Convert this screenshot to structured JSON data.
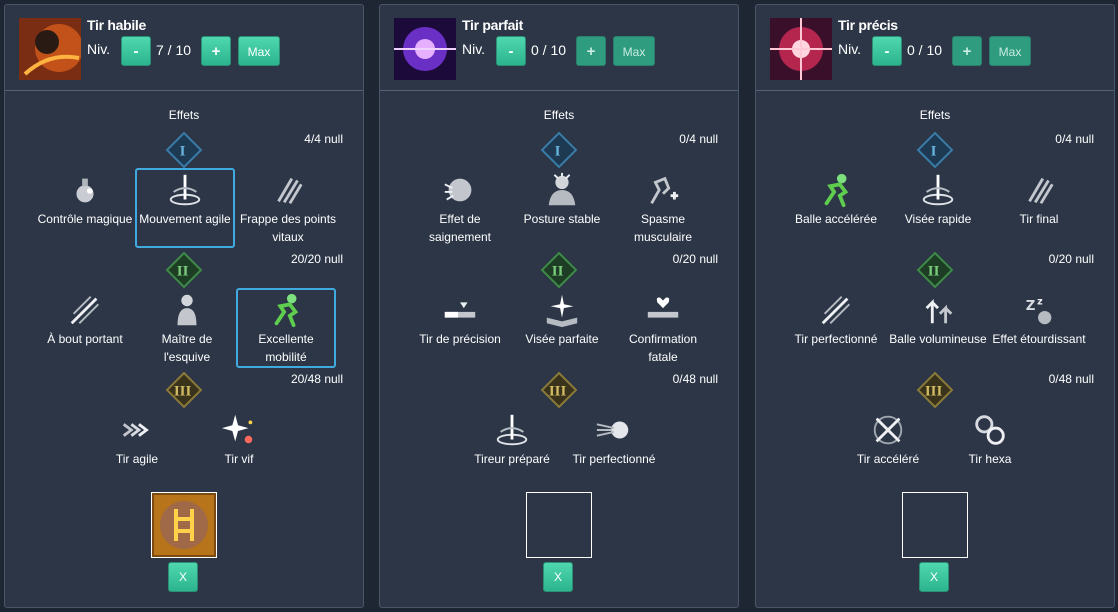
{
  "colors": {
    "accent": "#35c29a",
    "background": "#2c3647",
    "selected_border": "#3fa9e0"
  },
  "common": {
    "niv_label": "Niv.",
    "minus": "-",
    "plus": "+",
    "max": "Max",
    "effets": "Effets",
    "clear": "X"
  },
  "panels": [
    {
      "title": "Tir habile",
      "level": "7 / 10",
      "tiers": [
        {
          "numeral": "I",
          "count": "4/4 null",
          "skills": [
            {
              "name": "Contrôle magique",
              "icon": "potion-icon"
            },
            {
              "name": "Mouvement agile",
              "icon": "dash-icon",
              "selected": true
            },
            {
              "name": "Frappe des points vitaux",
              "icon": "claw-icon"
            }
          ]
        },
        {
          "numeral": "II",
          "count": "20/20 null",
          "skills": [
            {
              "name": "À bout portant",
              "icon": "burst-icon"
            },
            {
              "name": "Maître de l'esquive",
              "icon": "figure-icon"
            },
            {
              "name": "Excellente mobilité",
              "icon": "runner-icon",
              "selected": true
            }
          ]
        },
        {
          "numeral": "III",
          "count": "20/48 null",
          "skills": [
            {
              "name": "Tir agile",
              "icon": "arrows-icon"
            },
            {
              "name": "Tir vif",
              "icon": "sparkle-icon"
            }
          ]
        }
      ],
      "slot": "rune-icon"
    },
    {
      "title": "Tir parfait",
      "level": "0 / 10",
      "tiers": [
        {
          "numeral": "I",
          "count": "0/4 null",
          "skills": [
            {
              "name": "Effet de saignement",
              "icon": "bleed-icon"
            },
            {
              "name": "Posture stable",
              "icon": "stance-icon"
            },
            {
              "name": "Spasme musculaire",
              "icon": "spasm-icon"
            }
          ]
        },
        {
          "numeral": "II",
          "count": "0/20 null",
          "skills": [
            {
              "name": "Tir de précision",
              "icon": "gauge-icon"
            },
            {
              "name": "Visée parfaite",
              "icon": "book-icon"
            },
            {
              "name": "Confirmation fatale",
              "icon": "heart-gauge-icon"
            }
          ]
        },
        {
          "numeral": "III",
          "count": "0/48 null",
          "skills": [
            {
              "name": "Tireur préparé",
              "icon": "dash-icon"
            },
            {
              "name": "Tir perfectionné",
              "icon": "comet-icon"
            }
          ]
        }
      ],
      "slot": ""
    },
    {
      "title": "Tir précis",
      "level": "0 / 10",
      "tiers": [
        {
          "numeral": "I",
          "count": "0/4 null",
          "skills": [
            {
              "name": "Balle accélérée",
              "icon": "runner-icon"
            },
            {
              "name": "Visée rapide",
              "icon": "dash-icon"
            },
            {
              "name": "Tir final",
              "icon": "claw-icon"
            }
          ]
        },
        {
          "numeral": "II",
          "count": "0/20 null",
          "skills": [
            {
              "name": "Tir perfectionné",
              "icon": "burst-icon"
            },
            {
              "name": "Balle volumineuse",
              "icon": "up-arrows-icon"
            },
            {
              "name": "Effet étourdissant",
              "icon": "sleep-icon"
            }
          ]
        },
        {
          "numeral": "III",
          "count": "0/48 null",
          "skills": [
            {
              "name": "Tir accéléré",
              "icon": "crossed-icon"
            },
            {
              "name": "Tir hexa",
              "icon": "orbs-icon"
            }
          ]
        }
      ],
      "slot": ""
    }
  ]
}
